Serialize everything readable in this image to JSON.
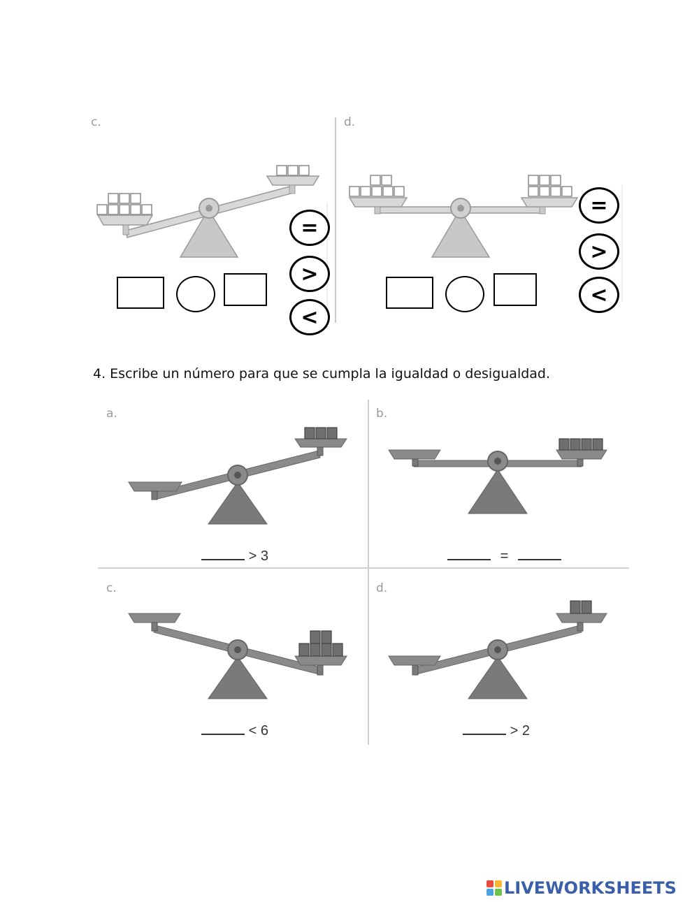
{
  "section3": {
    "panel_c": {
      "label": "c.",
      "symbols": [
        "=",
        ">",
        "<"
      ]
    },
    "panel_d": {
      "label": "d.",
      "symbols": [
        "=",
        ">",
        "<"
      ]
    }
  },
  "section4": {
    "instruction": "4. Escribe un número para que se cumpla la igualdad o desigualdad.",
    "panels": [
      {
        "label": "a.",
        "operator": ">",
        "value": "3",
        "blank_placeholder": "______"
      },
      {
        "label": "b.",
        "operator": "=",
        "blank_placeholder": "______"
      },
      {
        "label": "c.",
        "operator": "<",
        "value": "6",
        "blank_placeholder": "______"
      },
      {
        "label": "d.",
        "operator": ">",
        "value": "2",
        "blank_placeholder": "______"
      }
    ]
  },
  "footer": {
    "brand": "LIVEWORKSHEETS",
    "logo_colors": [
      "#e94b3c",
      "#f7b733",
      "#4aa3df",
      "#6cc24a"
    ]
  },
  "colors": {
    "scale_outline_light": "#bbbbbb",
    "scale_fill_light": "#cccccc",
    "scale_fill_dark": "#7a7a7a",
    "brand": "#3a5fa8"
  }
}
